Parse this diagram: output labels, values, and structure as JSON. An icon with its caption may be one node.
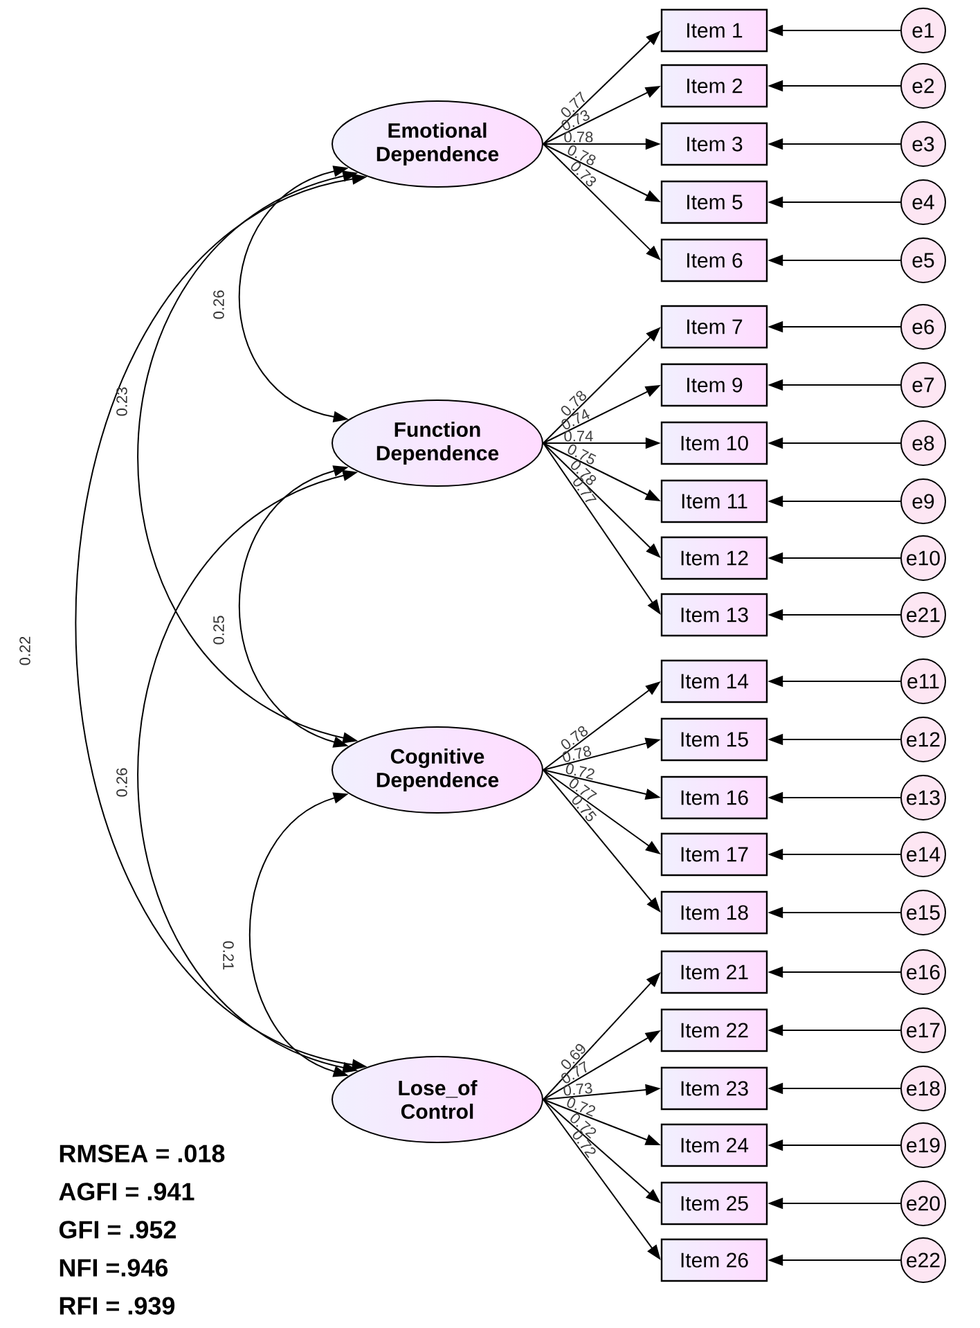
{
  "diagram": {
    "nodes": [
      {
        "text": [
          "Emotional Dependence"
        ]
      },
      {
        "text": [
          "Function Dependence"
        ]
      },
      {
        "text": [
          "Cognitive Dependence"
        ]
      },
      {
        "text": [
          "Lose_of Control"
        ]
      },
      {
        "text": [
          "Item 1"
        ]
      },
      {
        "text": [
          "Item 2"
        ]
      },
      {
        "text": [
          "Item 3"
        ]
      },
      {
        "text": [
          "Item 5"
        ]
      },
      {
        "text": [
          "Item 6"
        ]
      },
      {
        "text": [
          "Item 7"
        ]
      },
      {
        "text": [
          "Item 9"
        ]
      },
      {
        "text": [
          "Item 10"
        ]
      },
      {
        "text": [
          "Item 11"
        ]
      },
      {
        "text": [
          "Item 12"
        ]
      },
      {
        "text": [
          "Item 13"
        ]
      },
      {
        "text": [
          "Item 14"
        ]
      },
      {
        "text": [
          "Item 15"
        ]
      },
      {
        "text": [
          "Item 16"
        ]
      },
      {
        "text": [
          "Item 17"
        ]
      },
      {
        "text": [
          "Item 18"
        ]
      },
      {
        "text": [
          "Item 21"
        ]
      },
      {
        "text": [
          "Item 22"
        ]
      },
      {
        "text": [
          "Item 23"
        ]
      },
      {
        "text": [
          "Item 24"
        ]
      },
      {
        "text": [
          "Item 25"
        ]
      },
      {
        "text": [
          "Item 26"
        ]
      },
      {
        "text": [
          "e1"
        ]
      },
      {
        "text": [
          "e2"
        ]
      },
      {
        "text": [
          "e3"
        ]
      },
      {
        "text": [
          "e4"
        ]
      },
      {
        "text": [
          "e5"
        ]
      },
      {
        "text": [
          "e6"
        ]
      },
      {
        "text": [
          "e7"
        ]
      },
      {
        "text": [
          "e8"
        ]
      },
      {
        "text": [
          "e9"
        ]
      },
      {
        "text": [
          "e10"
        ]
      },
      {
        "text": [
          "e21"
        ]
      },
      {
        "text": [
          "e11"
        ]
      },
      {
        "text": [
          "e12"
        ]
      },
      {
        "text": [
          "e13"
        ]
      },
      {
        "text": [
          "e14"
        ]
      },
      {
        "text": [
          "e15"
        ]
      },
      {
        "text": [
          "e16"
        ]
      },
      {
        "text": [
          "e17"
        ]
      },
      {
        "text": [
          "e18"
        ]
      },
      {
        "text": [
          "e19"
        ]
      },
      {
        "text": [
          "e20"
        ]
      },
      {
        "text": [
          "e22"
        ]
      }
    ],
    "edges": [
      {
        "from": 0,
        "to": 4,
        "arrow": "to",
        "label": "0.77"
      },
      {
        "from": 0,
        "to": 5,
        "arrow": "to",
        "label": "0.73"
      },
      {
        "from": 0,
        "to": 6,
        "arrow": "to",
        "label": "0.78"
      },
      {
        "from": 0,
        "to": 7,
        "arrow": "to",
        "label": "0.78"
      },
      {
        "from": 0,
        "to": 8,
        "arrow": "to",
        "label": "0.73"
      },
      {
        "from": 1,
        "to": 9,
        "arrow": "to",
        "label": "0.78"
      },
      {
        "from": 1,
        "to": 10,
        "arrow": "to",
        "label": "0.74"
      },
      {
        "from": 1,
        "to": 11,
        "arrow": "to",
        "label": "0.74"
      },
      {
        "from": 1,
        "to": 12,
        "arrow": "to",
        "label": "0.75"
      },
      {
        "from": 1,
        "to": 13,
        "arrow": "to",
        "label": "0.78"
      },
      {
        "from": 1,
        "to": 14,
        "arrow": "to",
        "label": "0.77"
      },
      {
        "from": 2,
        "to": 15,
        "arrow": "to",
        "label": "0.78"
      },
      {
        "from": 2,
        "to": 16,
        "arrow": "to",
        "label": "0.78"
      },
      {
        "from": 2,
        "to": 17,
        "arrow": "to",
        "label": "0.72"
      },
      {
        "from": 2,
        "to": 18,
        "arrow": "to",
        "label": "0.77"
      },
      {
        "from": 2,
        "to": 19,
        "arrow": "to",
        "label": "0.75"
      },
      {
        "from": 3,
        "to": 20,
        "arrow": "to",
        "label": "0.69"
      },
      {
        "from": 3,
        "to": 21,
        "arrow": "to",
        "label": "0.77"
      },
      {
        "from": 3,
        "to": 22,
        "arrow": "to",
        "label": "0.73"
      },
      {
        "from": 3,
        "to": 23,
        "arrow": "to",
        "label": "0.72"
      },
      {
        "from": 3,
        "to": 24,
        "arrow": "to",
        "label": "0.72"
      },
      {
        "from": 3,
        "to": 25,
        "arrow": "to",
        "label": "0.72"
      },
      {
        "from": 26,
        "to": 4,
        "arrow": "to"
      },
      {
        "from": 27,
        "to": 5,
        "arrow": "to"
      },
      {
        "from": 28,
        "to": 6,
        "arrow": "to"
      },
      {
        "from": 29,
        "to": 7,
        "arrow": "to"
      },
      {
        "from": 30,
        "to": 8,
        "arrow": "to"
      },
      {
        "from": 31,
        "to": 9,
        "arrow": "to"
      },
      {
        "from": 32,
        "to": 10,
        "arrow": "to"
      },
      {
        "from": 33,
        "to": 11,
        "arrow": "to"
      },
      {
        "from": 34,
        "to": 12,
        "arrow": "to"
      },
      {
        "from": 35,
        "to": 13,
        "arrow": "to"
      },
      {
        "from": 36,
        "to": 14,
        "arrow": "to"
      },
      {
        "from": 37,
        "to": 15,
        "arrow": "to"
      },
      {
        "from": 38,
        "to": 16,
        "arrow": "to"
      },
      {
        "from": 39,
        "to": 17,
        "arrow": "to"
      },
      {
        "from": 40,
        "to": 18,
        "arrow": "to"
      },
      {
        "from": 41,
        "to": 19,
        "arrow": "to"
      },
      {
        "from": 42,
        "to": 20,
        "arrow": "to"
      },
      {
        "from": 43,
        "to": 21,
        "arrow": "to"
      },
      {
        "from": 44,
        "to": 22,
        "arrow": "to"
      },
      {
        "from": 45,
        "to": 23,
        "arrow": "to"
      },
      {
        "from": 46,
        "to": 24,
        "arrow": "to"
      },
      {
        "from": 47,
        "to": 25,
        "arrow": "to"
      },
      {
        "from": 0,
        "to": 1,
        "arrow": "both",
        "label": "0.26"
      },
      {
        "from": 0,
        "to": 2,
        "arrow": "both",
        "label": "0.23"
      },
      {
        "from": 0,
        "to": 3,
        "arrow": "both",
        "label": "0.22"
      },
      {
        "from": 1,
        "to": 2,
        "arrow": "both",
        "label": "0.25"
      },
      {
        "from": 1,
        "to": 3,
        "arrow": "both",
        "label": "0.26"
      },
      {
        "from": 2,
        "to": 3,
        "arrow": "both",
        "label": "0.21"
      }
    ],
    "labels": [
      "RMSEA = .018",
      "AGFI = .941",
      "GFI = .952",
      "NFI =.946",
      "RFI = .939"
    ]
  }
}
